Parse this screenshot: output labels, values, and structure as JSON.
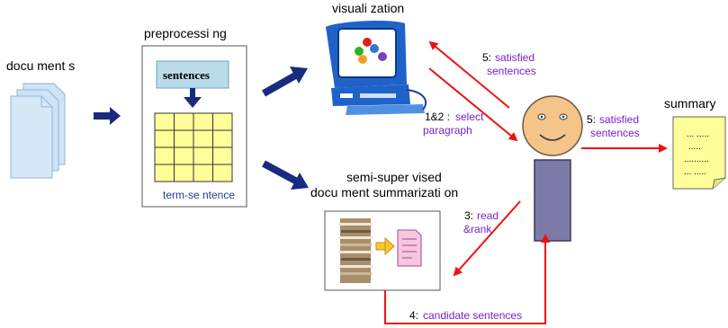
{
  "labels": {
    "documents": "docu ment s",
    "preprocessing": "preprocessi ng",
    "sentences": "sentences",
    "term_sentence": "term-se ntence",
    "visualization": "visuali zation",
    "semi_supervised_line1": "semi-super vised",
    "semi_supervised_line2": "docu ment summarizati on",
    "summary": "summary",
    "summary_lines": [
      "... .....",
      ".....",
      "..........",
      "... ....."
    ]
  },
  "edges": {
    "e5_top_num": "5:",
    "e5_top_text1": "satisfied",
    "e5_top_text2": "sentences",
    "e12_num": "1&2 :",
    "e12_text1": "select",
    "e12_text2": "paragraph",
    "e5_right_num": "5:",
    "e5_right_text1": "satisfied",
    "e5_right_text2": "sentences",
    "e3_num": "3:",
    "e3_text1": "read",
    "e3_text2": "&rank",
    "e4_num": "4:",
    "e4_text": "candidate sentences"
  },
  "colors": {
    "red_arrow": "#ee1111",
    "blue_arrow": "#1a2a80",
    "purple_text": "#7a1fc9",
    "doc_fill": "#cfe3f5",
    "grid_fill": "#ffff99",
    "person_body": "#7e7aa8",
    "person_face": "#f5c48a",
    "summary_fill": "#ffff99"
  }
}
